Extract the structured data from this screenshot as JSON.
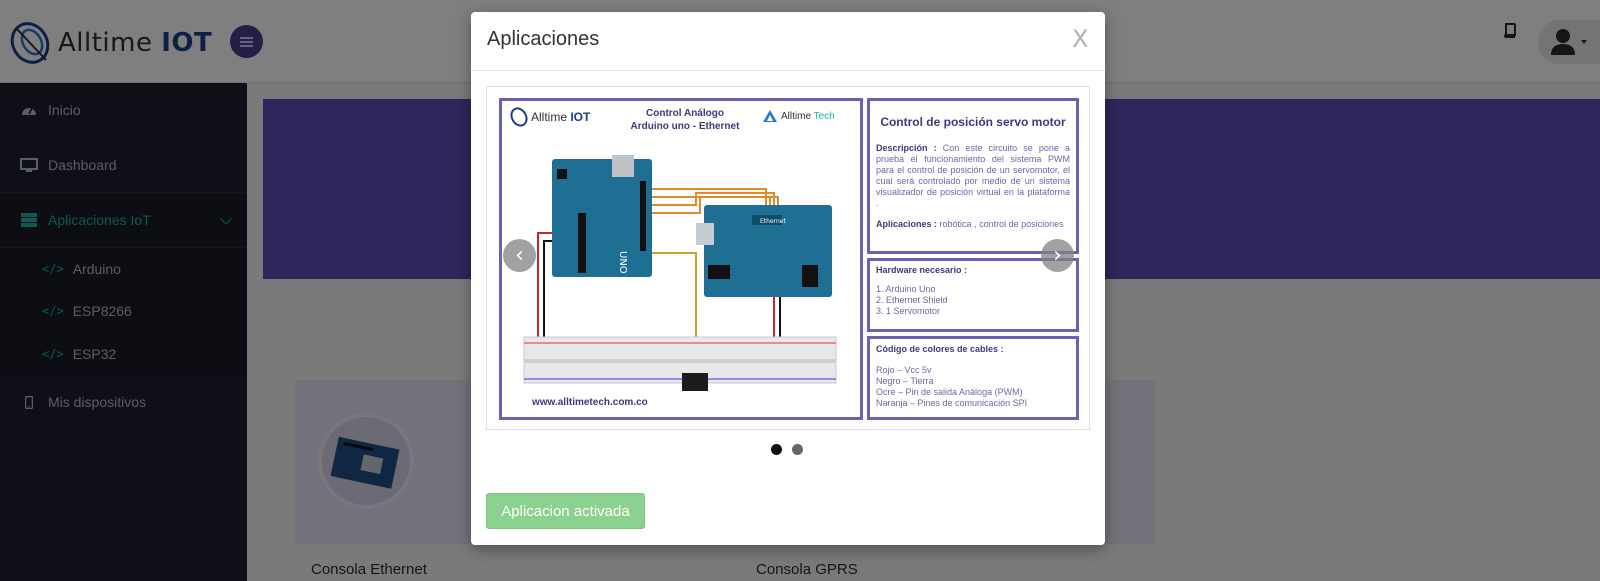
{
  "app": {
    "logo_text_1": "Alltime ",
    "logo_text_2": "IOT"
  },
  "sidebar": {
    "items": [
      {
        "label": "Inicio",
        "icon": "dashboard-gauge-icon"
      },
      {
        "label": "Dashboard",
        "icon": "monitor-icon"
      },
      {
        "label": "Aplicaciones IoT",
        "icon": "server-icon"
      },
      {
        "label": "Mis dispositivos",
        "icon": "mobile-icon"
      }
    ],
    "subitems": [
      {
        "label": "Arduino",
        "icon": "code-icon"
      },
      {
        "label": "ESP8266",
        "icon": "code-icon"
      },
      {
        "label": "ESP32",
        "icon": "code-icon"
      }
    ],
    "code_glyph": "</>"
  },
  "cards": {
    "left_label": "Consola Ethernet",
    "right_label": "Consola GPRS"
  },
  "modal": {
    "title": "Aplicaciones",
    "close": "X",
    "activate_button": "Aplicacion activada",
    "dots": 2,
    "active_dot": 0
  },
  "slide": {
    "brand_left_1": "Alltime ",
    "brand_left_2": "IOT",
    "header_1": "Control Análogo",
    "header_2": "Arduino uno - Ethernet",
    "brand_right_1": "Alltime ",
    "brand_right_2": "Tech",
    "footer_url": "www.alltimetech.com.co",
    "info_title": "Control de posición servo motor",
    "desc_label": "Descripción :",
    "desc_text": "Con este circuito se pone a prueba el funcionamiento del sistema PWM para el control de posición de un servomotor, el cual será controlado por medio de un sistema visualizador de posición virtual en la plataforma .",
    "apps_label": "Aplicaciones :",
    "apps_text": "robótica , control de posiciones",
    "hw_title": "Hardware necesario :",
    "hw_items": [
      "1.   Arduino Uno",
      "2.   Ethernet Shield",
      "3.   1 Servomotor"
    ],
    "colors_title": "Código de colores de cables :",
    "color_items": [
      "Rojo – Vcc 5v",
      "Negro – Tierra",
      "Ocre – Pin de salida Análoga (PWM)",
      "Naranja – Pines de comunicación SPI"
    ],
    "uno_label": "UNO",
    "ethernet_label": "Ethernet"
  },
  "colors": {
    "accent_teal": "#1ab5a8",
    "banner_purple": "#5a4fb8",
    "button_green": "#8bd18f",
    "panel_border": "#6a63b0"
  }
}
